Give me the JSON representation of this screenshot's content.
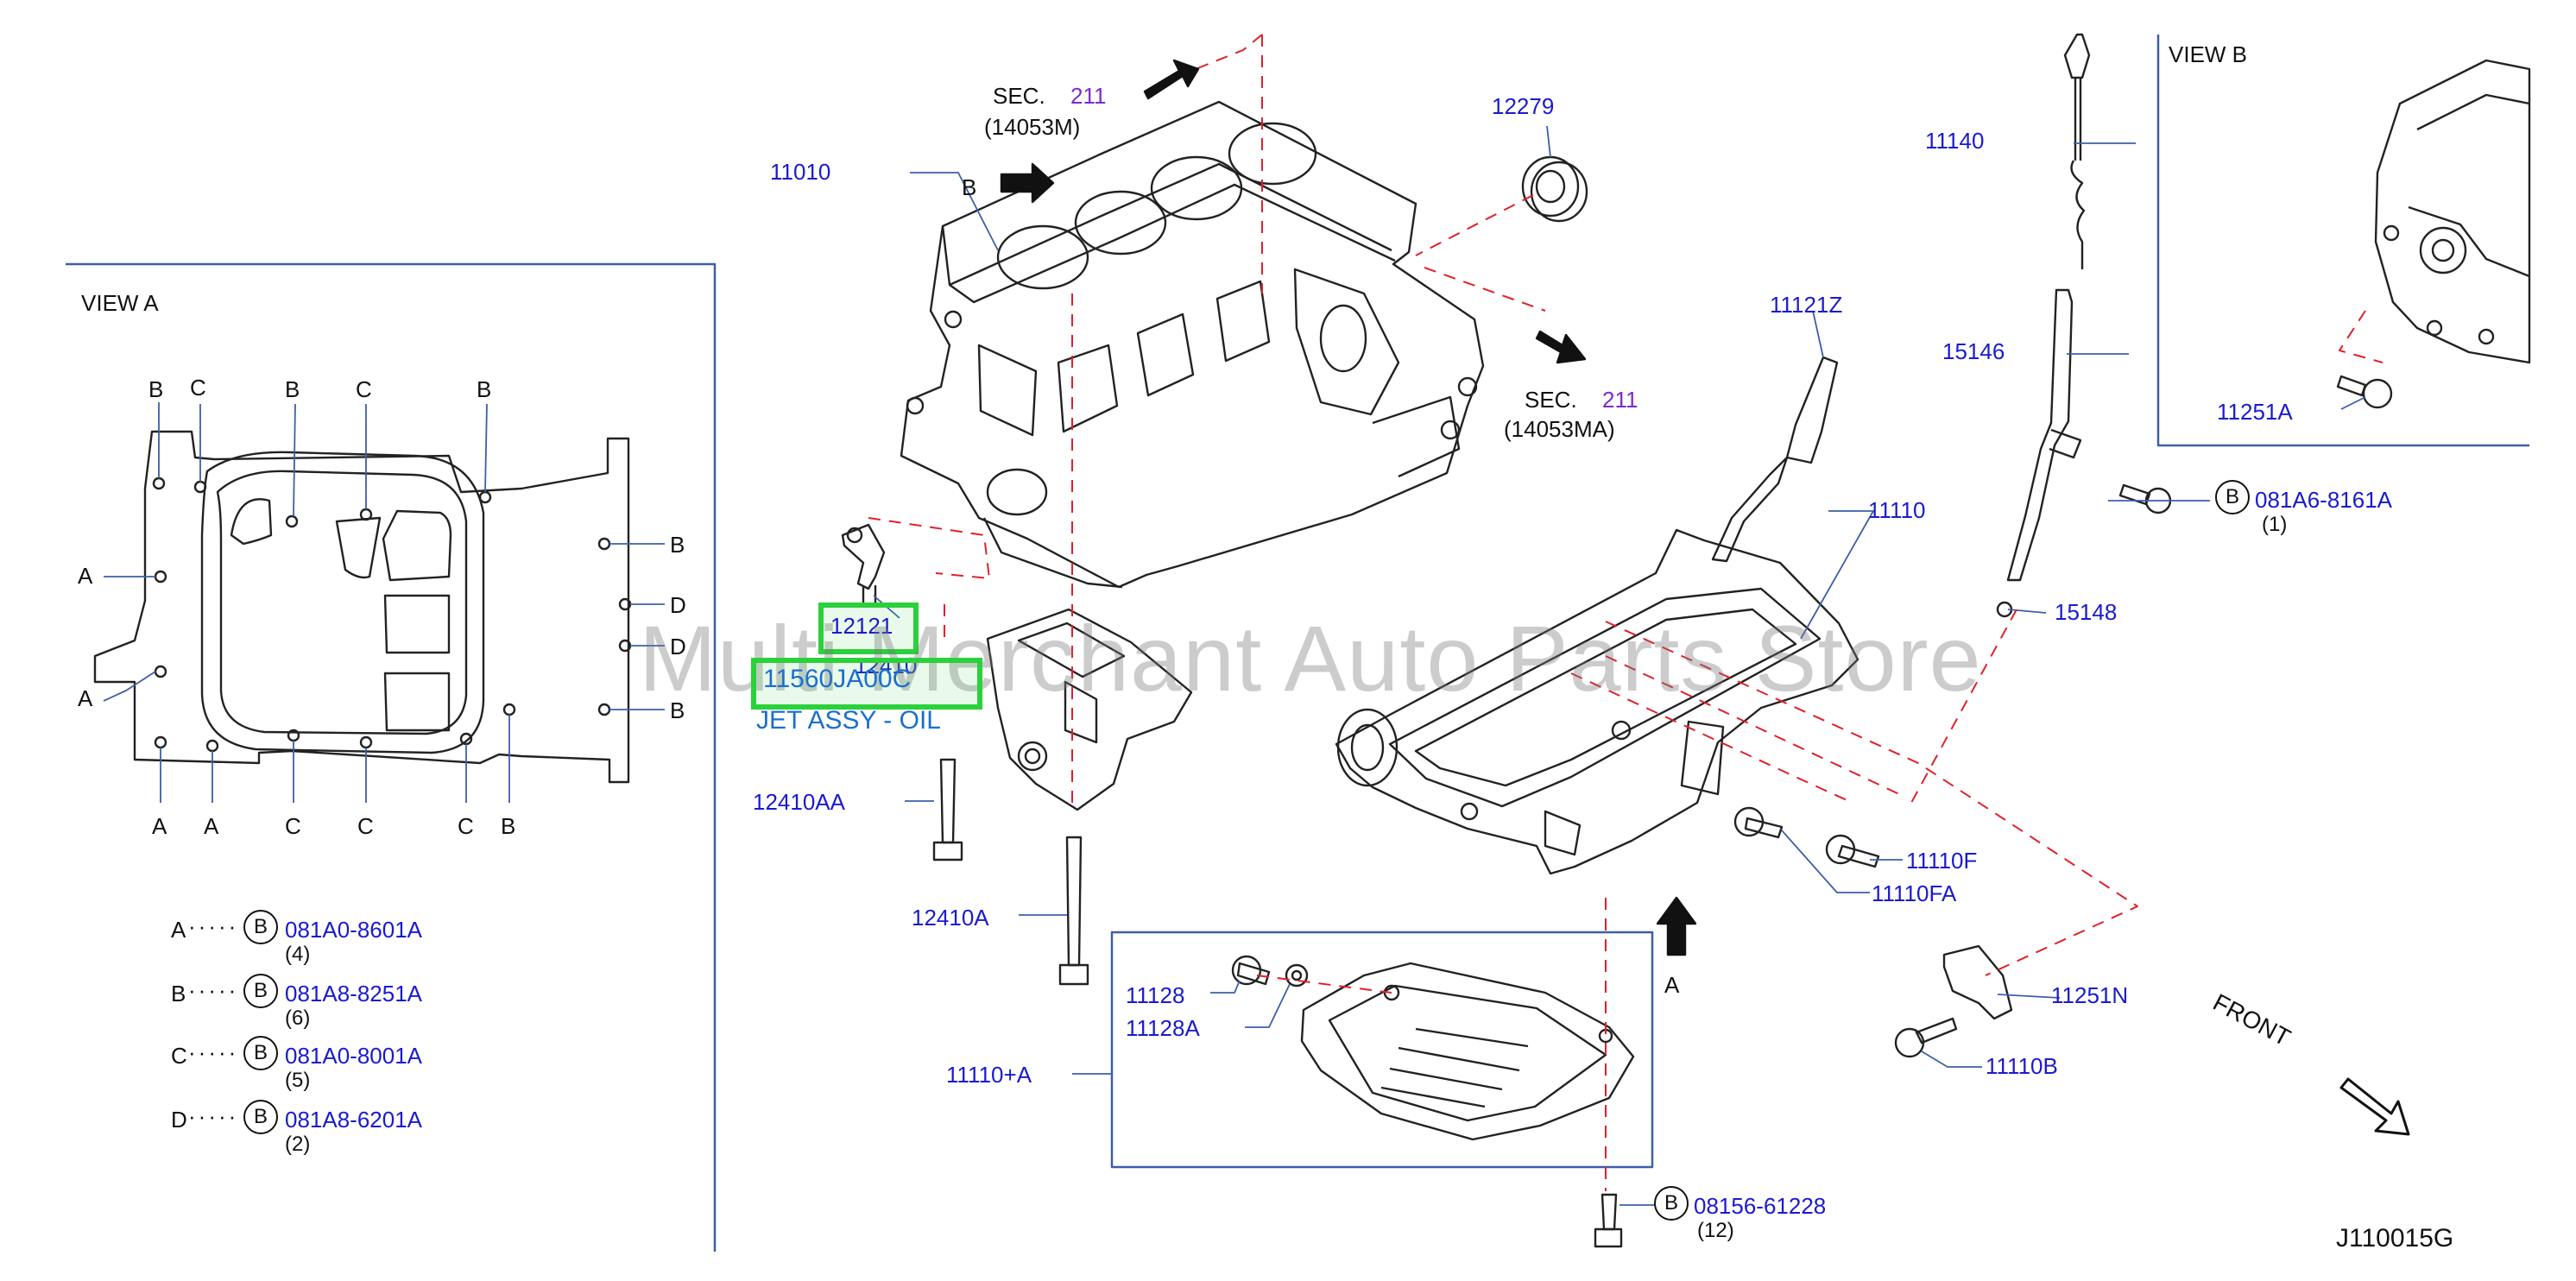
{
  "colors": {
    "label_blue": "#1a1ad0",
    "sec_purple": "#7a2bd0",
    "highlight_green": "#2bd13a",
    "callout_blue": "#1a6fd0",
    "leader_red": "#e0202a",
    "frame_blue": "#3d5fa8"
  },
  "view_a": {
    "title": "VIEW   A",
    "letters": [
      "B",
      "C",
      "B",
      "C",
      "B",
      "A",
      "A",
      "A",
      "A",
      "C",
      "C",
      "C",
      "B",
      "B",
      "D",
      "D",
      "B"
    ],
    "legend": [
      {
        "key": "A",
        "code_letter": "B",
        "part": "081A0-8601A",
        "qty": "(4)"
      },
      {
        "key": "B",
        "code_letter": "B",
        "part": "081A8-8251A",
        "qty": "(6)"
      },
      {
        "key": "C",
        "code_letter": "B",
        "part": "081A0-8001A",
        "qty": "(5)"
      },
      {
        "key": "D",
        "code_letter": "B",
        "part": "081A8-6201A",
        "qty": "(2)"
      }
    ]
  },
  "view_b": {
    "title": "VIEW   B",
    "part": "11251A"
  },
  "sec_top": {
    "prefix": "SEC.",
    "num": "211",
    "ref": "(14053M)"
  },
  "sec_right": {
    "prefix": "SEC.",
    "num": "211",
    "ref": "(14053MA)"
  },
  "parts": {
    "p11010": "11010",
    "arrow_b": "B",
    "p12279": "12279",
    "p11121z": "11121Z",
    "p11140": "11140",
    "p15146": "15146",
    "p11110": "11110",
    "p15148": "15148",
    "p12121": "12121",
    "p12410": "12410",
    "p12410aa": "12410AA",
    "p12410a": "12410A",
    "p11110f": "11110F",
    "p11110fa": "11110FA",
    "arrow_a": "A",
    "p11251n": "11251N",
    "p11110b": "11110B",
    "p11128": "11128",
    "p11128a": "11128A",
    "p11110a": "11110+A",
    "front": "FRONT",
    "diagram_id": "J110015G"
  },
  "bolt_081a6": {
    "code_letter": "B",
    "part": "081A6-8161A",
    "qty": "(1)"
  },
  "bolt_08156": {
    "code_letter": "B",
    "part": "08156-61228",
    "qty": "(12)"
  },
  "highlight": {
    "part": "11560JA00C",
    "desc": "JET ASSY - OIL"
  },
  "watermark": "Multi Merchant Auto Parts Store"
}
